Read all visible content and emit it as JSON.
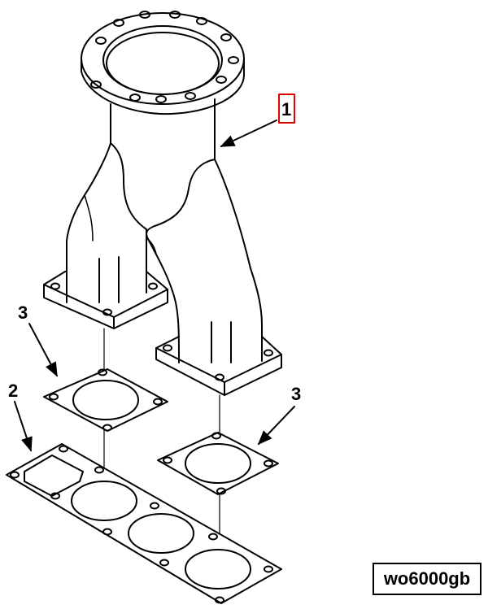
{
  "callouts": {
    "manifold": "1",
    "gasket_large": "2",
    "gasket_left": "3",
    "gasket_right": "3"
  },
  "figure_id": "wo6000gb",
  "colors": {
    "line": "#000000",
    "highlight": "#e00000"
  }
}
